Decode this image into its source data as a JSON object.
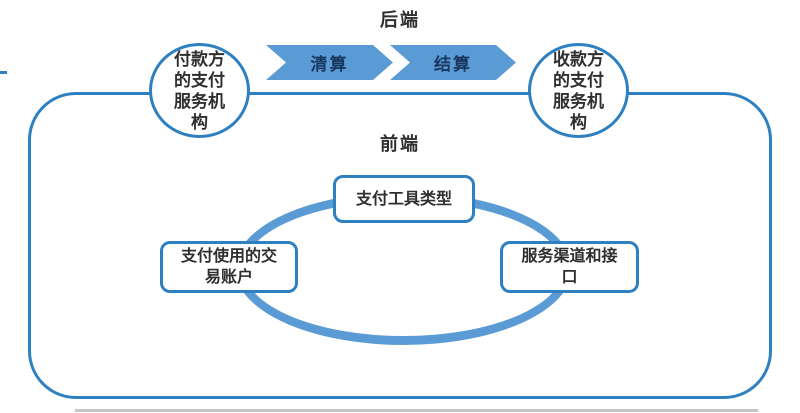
{
  "labels": {
    "backend": "后端",
    "frontend": "前端"
  },
  "institutions": {
    "payer": "付款方\n的支付\n服务机\n构",
    "payee": "收款方\n的支付\n服务机\n构"
  },
  "process_arrows": [
    {
      "label": "清算"
    },
    {
      "label": "结算"
    }
  ],
  "frontend_components": {
    "top": "支付工具类型",
    "left": "支付使用的交\n易账户",
    "right": "服务渠道和接\n口"
  },
  "colors": {
    "shape_fill": "#5b9bd5",
    "outline": "#2e80c0",
    "arrow_text": "#17375e",
    "text": "#2f2f2f",
    "divider": "#c6c6c6",
    "background": "#ffffff"
  }
}
